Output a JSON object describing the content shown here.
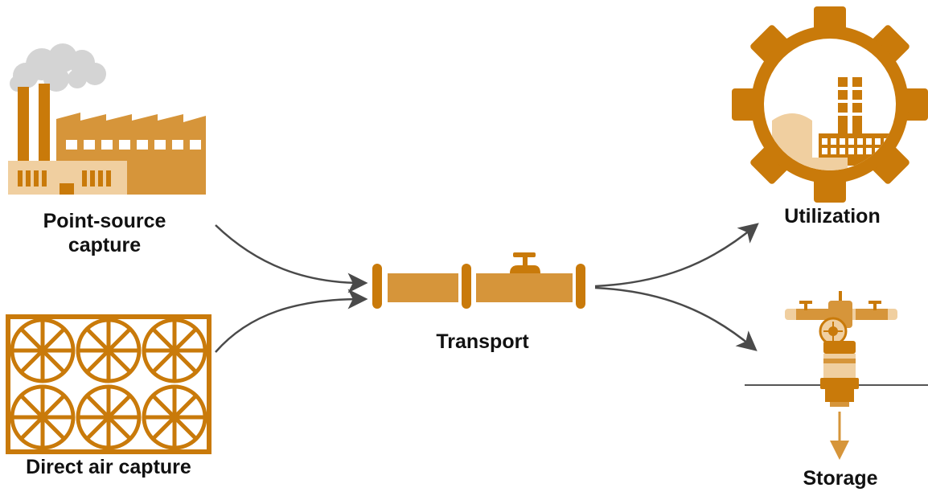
{
  "nodes": {
    "point_source": {
      "label_line1": "Point-source",
      "label_line2": "capture"
    },
    "direct_air": {
      "label": "Direct air capture"
    },
    "transport": {
      "label": "Transport"
    },
    "utilization": {
      "label": "Utilization"
    },
    "storage": {
      "label": "Storage"
    }
  },
  "colors": {
    "dark_orange": "#C97A0A",
    "mid_orange": "#D6953A",
    "light_tan": "#F0CFA0",
    "pale_tan": "#E8C189",
    "smoke": "#D4D4D4",
    "arrow": "#4A4A4A",
    "ground_line": "#555555",
    "text": "#111111"
  },
  "icons": {
    "point_source": "factory-icon",
    "direct_air": "dac-fan-grid-icon",
    "transport": "pipeline-icon",
    "utilization": "gear-factory-icon",
    "storage": "wellhead-icon"
  }
}
